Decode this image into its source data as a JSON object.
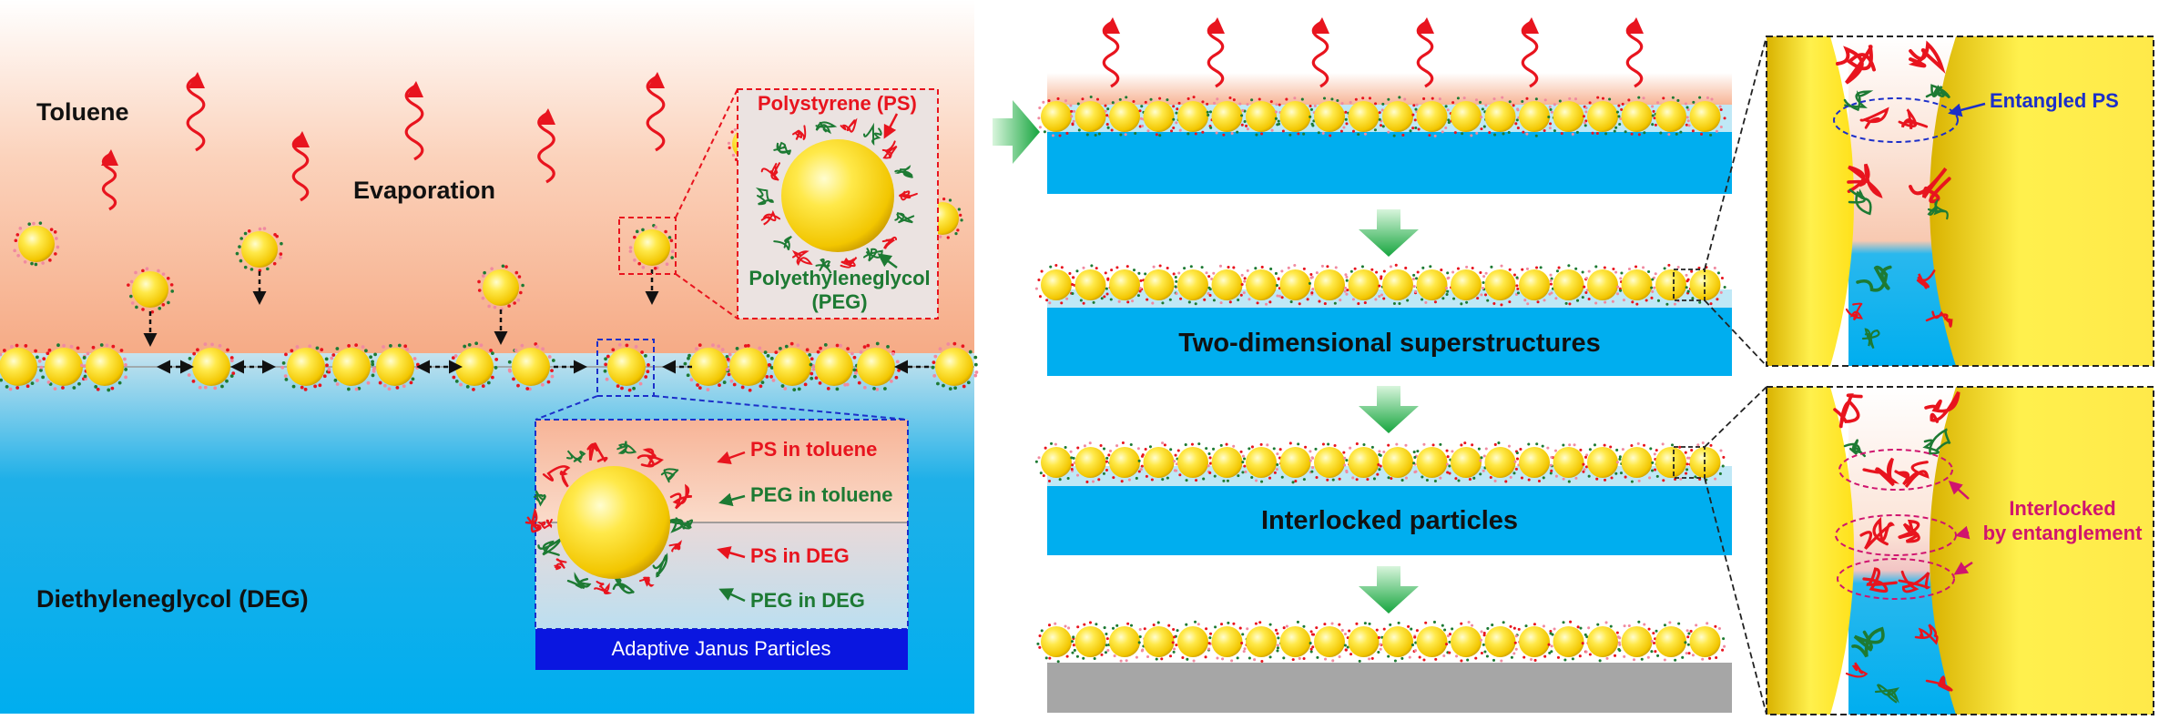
{
  "left_panel": {
    "solvent_top": "Toluene",
    "process": "Evaporation",
    "solvent_bottom": "Diethyleneglycol (DEG)"
  },
  "zoom_particle": {
    "ps_label": "Polystyrene (PS)",
    "peg_label_line1": "Polyethyleneglycol",
    "peg_label_line2": "(PEG)"
  },
  "janus_inset": {
    "ps_toluene": "PS in toluene",
    "peg_toluene": "PEG in toluene",
    "ps_deg": "PS in DEG",
    "peg_deg": "PEG in DEG",
    "caption": "Adaptive Janus Particles"
  },
  "right_panel": {
    "stage2_label": "Two-dimensional superstructures",
    "stage3_label": "Interlocked particles"
  },
  "detail_top": {
    "label": "Entangled PS"
  },
  "detail_bottom": {
    "label_line1": "Interlocked",
    "label_line2": "by entanglement"
  },
  "colors": {
    "toluene": "#f6b18f",
    "deg": "#00aeef",
    "substrate": "#a6a6a6",
    "particle": "#ffe11a",
    "ps": "#e8141e",
    "peg": "#1d7a33",
    "caption_bg": "#0a16e0",
    "arrow": "#22b14c"
  }
}
